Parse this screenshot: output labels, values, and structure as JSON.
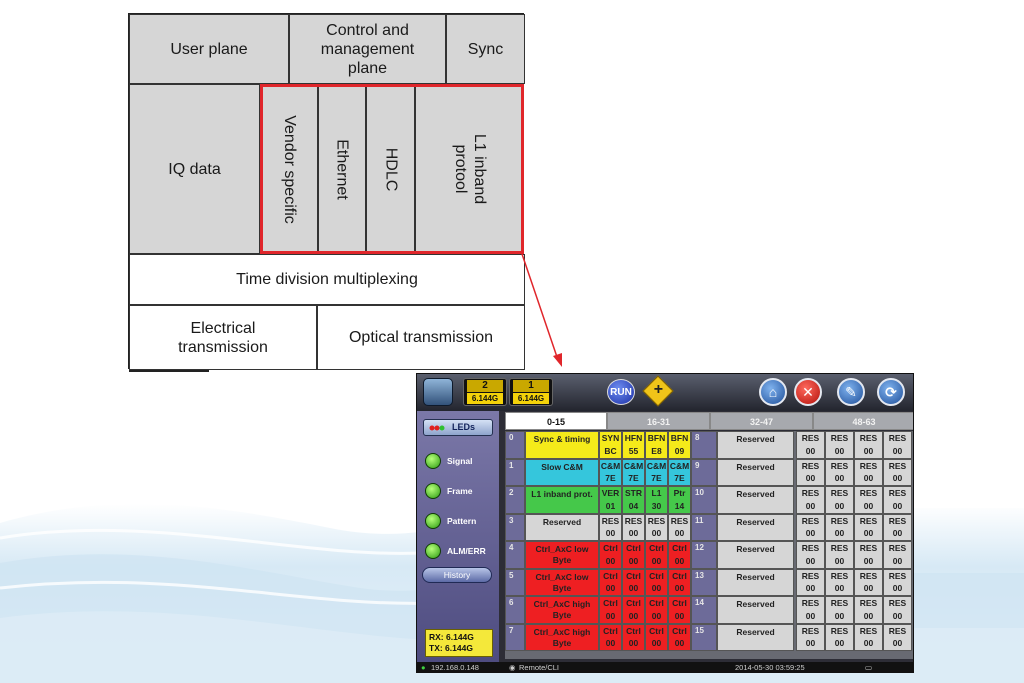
{
  "stack": {
    "user_plane": "User plane",
    "control_plane": "Control and management plane",
    "sync": "Sync",
    "iq_data": "IQ data",
    "vendor_specific": "Vendor specific",
    "ethernet": "Ethernet",
    "hdlc": "HDLC",
    "l1_inband": "L1 inband protool",
    "tdm": "Time division multiplexing",
    "electrical": "Electrical transmission",
    "optical": "Optical transmission"
  },
  "device": {
    "port1_num": "2",
    "port1_rate": "6.144G",
    "port2_num": "1",
    "port2_rate": "6.144G",
    "run_label": "RUN",
    "leds_tab": "LEDs",
    "leds": [
      "Signal",
      "Frame",
      "Pattern",
      "ALM/ERR"
    ],
    "history_label": "History",
    "rx": "RX: 6.144G",
    "tx": "TX: 6.144G",
    "tabs": [
      "0-15",
      "16-31",
      "32-47",
      "48-63"
    ],
    "rows": [
      {
        "idx": "0",
        "name": "Sync & timing",
        "cells": [
          [
            "SYN",
            "BC"
          ],
          [
            "HFN",
            "55"
          ],
          [
            "BFN",
            "E8"
          ],
          [
            "BFN",
            "09"
          ]
        ],
        "idx2": "8",
        "name2": "Reserved",
        "color": "#f5ea1a"
      },
      {
        "idx": "1",
        "name": "Slow C&M",
        "cells": [
          [
            "C&M",
            "7E"
          ],
          [
            "C&M",
            "7E"
          ],
          [
            "C&M",
            "7E"
          ],
          [
            "C&M",
            "7E"
          ]
        ],
        "idx2": "9",
        "name2": "Reserved",
        "color": "#35c6dc"
      },
      {
        "idx": "2",
        "name": "L1 inband prot.",
        "cells": [
          [
            "VER",
            "01"
          ],
          [
            "STR",
            "04"
          ],
          [
            "L1",
            "30"
          ],
          [
            "Ptr",
            "14"
          ]
        ],
        "idx2": "10",
        "name2": "Reserved",
        "color": "#45c84a"
      },
      {
        "idx": "3",
        "name": "Reserved",
        "cells": [
          [
            "RES",
            "00"
          ],
          [
            "RES",
            "00"
          ],
          [
            "RES",
            "00"
          ],
          [
            "RES",
            "00"
          ]
        ],
        "idx2": "11",
        "name2": "Reserved",
        "color": "#d6d6d6"
      },
      {
        "idx": "4",
        "name": "Ctrl_AxC low Byte",
        "cells": [
          [
            "Ctrl",
            "00"
          ],
          [
            "Ctrl",
            "00"
          ],
          [
            "Ctrl",
            "00"
          ],
          [
            "Ctrl",
            "00"
          ]
        ],
        "idx2": "12",
        "name2": "Reserved",
        "color": "#ee1f22"
      },
      {
        "idx": "5",
        "name": "Ctrl_AxC low Byte",
        "cells": [
          [
            "Ctrl",
            "00"
          ],
          [
            "Ctrl",
            "00"
          ],
          [
            "Ctrl",
            "00"
          ],
          [
            "Ctrl",
            "00"
          ]
        ],
        "idx2": "13",
        "name2": "Reserved",
        "color": "#ee1f22"
      },
      {
        "idx": "6",
        "name": "Ctrl_AxC high Byte",
        "cells": [
          [
            "Ctrl",
            "00"
          ],
          [
            "Ctrl",
            "00"
          ],
          [
            "Ctrl",
            "00"
          ],
          [
            "Ctrl",
            "00"
          ]
        ],
        "idx2": "14",
        "name2": "Reserved",
        "color": "#ee1f22"
      },
      {
        "idx": "7",
        "name": "Ctrl_AxC high Byte",
        "cells": [
          [
            "Ctrl",
            "00"
          ],
          [
            "Ctrl",
            "00"
          ],
          [
            "Ctrl",
            "00"
          ],
          [
            "Ctrl",
            "00"
          ]
        ],
        "idx2": "15",
        "name2": "Reserved",
        "color": "#ee1f22"
      }
    ],
    "res_cell": [
      "RES",
      "00"
    ],
    "status_ip": "192.168.0.148",
    "status_remote": "Remote/CLI",
    "status_time": "2014-05-30 03:59:25"
  },
  "colors": {
    "highlight": "#e0262b",
    "sync_row": "#f5ea1a",
    "cm_row": "#35c6dc",
    "l1_row": "#45c84a",
    "ctrl_row": "#ee1f22"
  }
}
